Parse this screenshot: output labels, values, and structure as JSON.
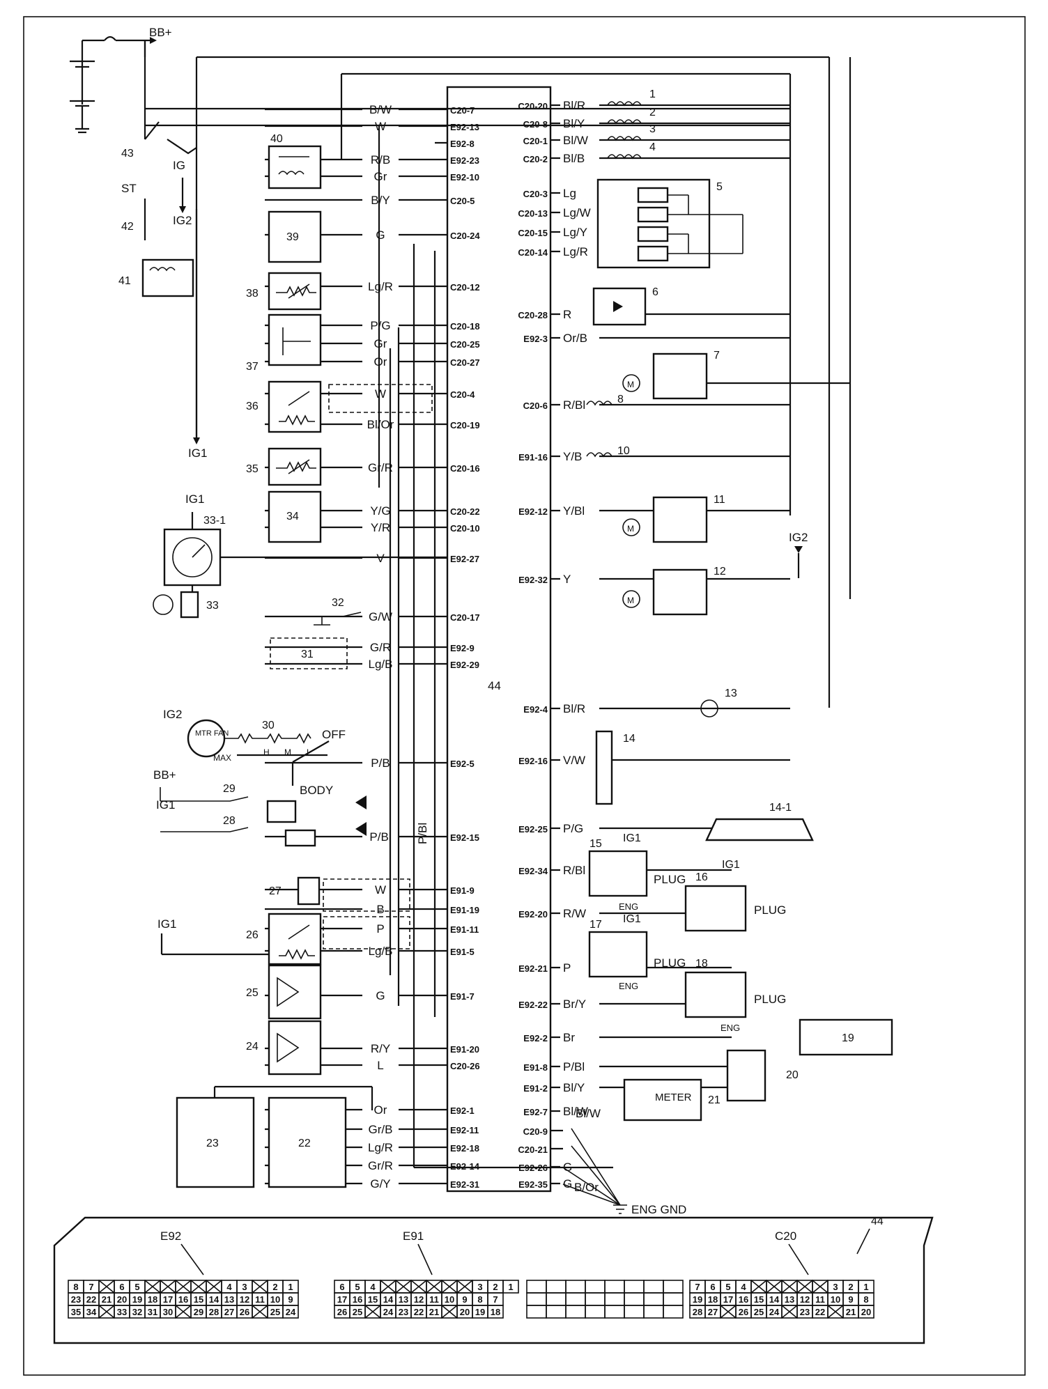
{
  "ecm_number": "44",
  "connector_callout": "44",
  "left_pins": [
    {
      "pin": "C20-7",
      "wire": "B/W"
    },
    {
      "pin": "E92-13",
      "wire": "W"
    },
    {
      "pin": "E92-8",
      "wire": ""
    },
    {
      "pin": "E92-23",
      "wire": "R/B"
    },
    {
      "pin": "E92-10",
      "wire": "Gr"
    },
    {
      "pin": "C20-5",
      "wire": "B/Y"
    },
    {
      "pin": "C20-24",
      "wire": "G"
    },
    {
      "pin": "C20-12",
      "wire": "Lg/R"
    },
    {
      "pin": "C20-18",
      "wire": "P/G"
    },
    {
      "pin": "C20-25",
      "wire": "Gr"
    },
    {
      "pin": "C20-27",
      "wire": "Or"
    },
    {
      "pin": "C20-4",
      "wire": "W"
    },
    {
      "pin": "C20-19",
      "wire": "Bl/Or"
    },
    {
      "pin": "C20-16",
      "wire": "Gr/R"
    },
    {
      "pin": "C20-22",
      "wire": "Y/G"
    },
    {
      "pin": "C20-10",
      "wire": "Y/R"
    },
    {
      "pin": "E92-27",
      "wire": "V"
    },
    {
      "pin": "C20-17",
      "wire": "G/W"
    },
    {
      "pin": "E92-9",
      "wire": "G/R"
    },
    {
      "pin": "E92-29",
      "wire": "Lg/B"
    },
    {
      "pin": "E92-5",
      "wire": "P/B"
    },
    {
      "pin": "E92-15",
      "wire": "P/Bl"
    },
    {
      "pin": "E91-9",
      "wire": "W"
    },
    {
      "pin": "E91-19",
      "wire": "B"
    },
    {
      "pin": "E91-11",
      "wire": "P"
    },
    {
      "pin": "E91-5",
      "wire": "Lg/B"
    },
    {
      "pin": "E91-7",
      "wire": "G"
    },
    {
      "pin": "E91-20",
      "wire": "R/Y"
    },
    {
      "pin": "C20-26",
      "wire": "L"
    },
    {
      "pin": "E92-1",
      "wire": "Or"
    },
    {
      "pin": "E92-11",
      "wire": "Gr/B"
    },
    {
      "pin": "E92-18",
      "wire": "Lg/R"
    },
    {
      "pin": "E92-14",
      "wire": "Gr/R"
    },
    {
      "pin": "E92-31",
      "wire": "G/Y"
    }
  ],
  "right_pins": [
    {
      "pin": "C20-20",
      "wire": "Bl/R",
      "num": "1"
    },
    {
      "pin": "C20-8",
      "wire": "Bl/Y",
      "num": "2"
    },
    {
      "pin": "C20-1",
      "wire": "Bl/W",
      "num": "3"
    },
    {
      "pin": "C20-2",
      "wire": "Bl/B",
      "num": "4"
    },
    {
      "pin": "C20-3",
      "wire": "Lg",
      "num": ""
    },
    {
      "pin": "C20-13",
      "wire": "Lg/W",
      "num": ""
    },
    {
      "pin": "C20-15",
      "wire": "Lg/Y",
      "num": ""
    },
    {
      "pin": "C20-14",
      "wire": "Lg/R",
      "num": ""
    },
    {
      "pin": "C20-28",
      "wire": "R",
      "num": ""
    },
    {
      "pin": "E92-3",
      "wire": "Or/B",
      "num": ""
    },
    {
      "pin": "C20-6",
      "wire": "R/Bl",
      "num": "8"
    },
    {
      "pin": "E91-16",
      "wire": "Y/B",
      "num": "10"
    },
    {
      "pin": "E92-12",
      "wire": "Y/Bl",
      "num": ""
    },
    {
      "pin": "E92-32",
      "wire": "Y",
      "num": ""
    },
    {
      "pin": "E92-4",
      "wire": "Bl/R",
      "num": ""
    },
    {
      "pin": "E92-16",
      "wire": "V/W",
      "num": ""
    },
    {
      "pin": "E92-25",
      "wire": "P/G",
      "num": ""
    },
    {
      "pin": "E92-34",
      "wire": "R/Bl",
      "num": ""
    },
    {
      "pin": "E92-20",
      "wire": "R/W",
      "num": ""
    },
    {
      "pin": "E92-21",
      "wire": "P",
      "num": ""
    },
    {
      "pin": "E92-22",
      "wire": "Br/Y",
      "num": ""
    },
    {
      "pin": "E92-2",
      "wire": "Br",
      "num": ""
    },
    {
      "pin": "E91-8",
      "wire": "P/Bl",
      "num": ""
    },
    {
      "pin": "E91-2",
      "wire": "Bl/Y",
      "num": ""
    },
    {
      "pin": "E92-7",
      "wire": "Bl/W",
      "num": ""
    },
    {
      "pin": "C20-9",
      "wire": "",
      "num": ""
    },
    {
      "pin": "C20-21",
      "wire": "",
      "num": ""
    },
    {
      "pin": "E92-26",
      "wire": "G",
      "num": ""
    },
    {
      "pin": "E92-35",
      "wire": "G",
      "num": ""
    }
  ],
  "components": {
    "c5": "5",
    "c6": "6",
    "c7": "7",
    "c11": "11",
    "c12": "12",
    "c13": "13",
    "c14": "14",
    "c14_1": "14-1",
    "c15": "15",
    "c16": "16",
    "c17": "17",
    "c18": "18",
    "c19": "19",
    "c20": "20",
    "c21": "21",
    "c22": "22",
    "c23": "23",
    "c24": "24",
    "c25": "25",
    "c26": "26",
    "c27": "27",
    "c28": "28",
    "c29": "29",
    "c30": "30",
    "c31": "31",
    "c32": "32",
    "c33": "33",
    "c33_1": "33-1",
    "c34": "34",
    "c35": "35",
    "c36": "36",
    "c37": "37",
    "c38": "38",
    "c39": "39",
    "c40": "40",
    "c41": "41",
    "c42": "42",
    "c43": "43"
  },
  "labels": {
    "bb_plus": "BB+",
    "ig": "IG",
    "st": "ST",
    "ig2": "IG2",
    "ig1": "IG1",
    "body": "BODY",
    "off": "OFF",
    "max": "MAX",
    "fan_h": "H",
    "fan_m": "M",
    "fan_l": "L",
    "mtr_fan": "MTR FAN",
    "plug": "PLUG",
    "eng": "ENG",
    "meter": "METER",
    "eng_gnd": "ENG GND",
    "pbl_vertical": "P/Bl",
    "b_or": "B/Or",
    "bl_w_gnd": "Bl/W"
  },
  "connectors": {
    "e92": "E92",
    "e91": "E91",
    "c20": "C20",
    "e92_rows": [
      [
        "8",
        "7",
        "",
        "6",
        "5",
        "",
        "",
        "",
        "",
        "",
        "4",
        "3",
        "",
        "2",
        "1"
      ],
      [
        "23",
        "22",
        "21",
        "20",
        "19",
        "18",
        "17",
        "16",
        "15",
        "14",
        "13",
        "12",
        "11",
        "10",
        "9"
      ],
      [
        "35",
        "34",
        "",
        "33",
        "32",
        "31",
        "30",
        "",
        "29",
        "28",
        "27",
        "26",
        "",
        "25",
        "24"
      ]
    ],
    "e91_rows": [
      [
        "6",
        "5",
        "4",
        "",
        "",
        "",
        "",
        "",
        "",
        "3",
        "2",
        "1"
      ],
      [
        "17",
        "16",
        "15",
        "14",
        "13",
        "12",
        "11",
        "10",
        "9",
        "8",
        "7"
      ],
      [
        "26",
        "25",
        "",
        "24",
        "23",
        "22",
        "21",
        "",
        "20",
        "19",
        "18"
      ]
    ],
    "c20_rows": [
      [
        "7",
        "6",
        "5",
        "4",
        "",
        "",
        "",
        "",
        "",
        "3",
        "2",
        "1"
      ],
      [
        "19",
        "18",
        "17",
        "16",
        "15",
        "14",
        "13",
        "12",
        "11",
        "10",
        "9",
        "8"
      ],
      [
        "28",
        "27",
        "",
        "26",
        "25",
        "24",
        "",
        "23",
        "22",
        "",
        "21",
        "20"
      ]
    ]
  }
}
